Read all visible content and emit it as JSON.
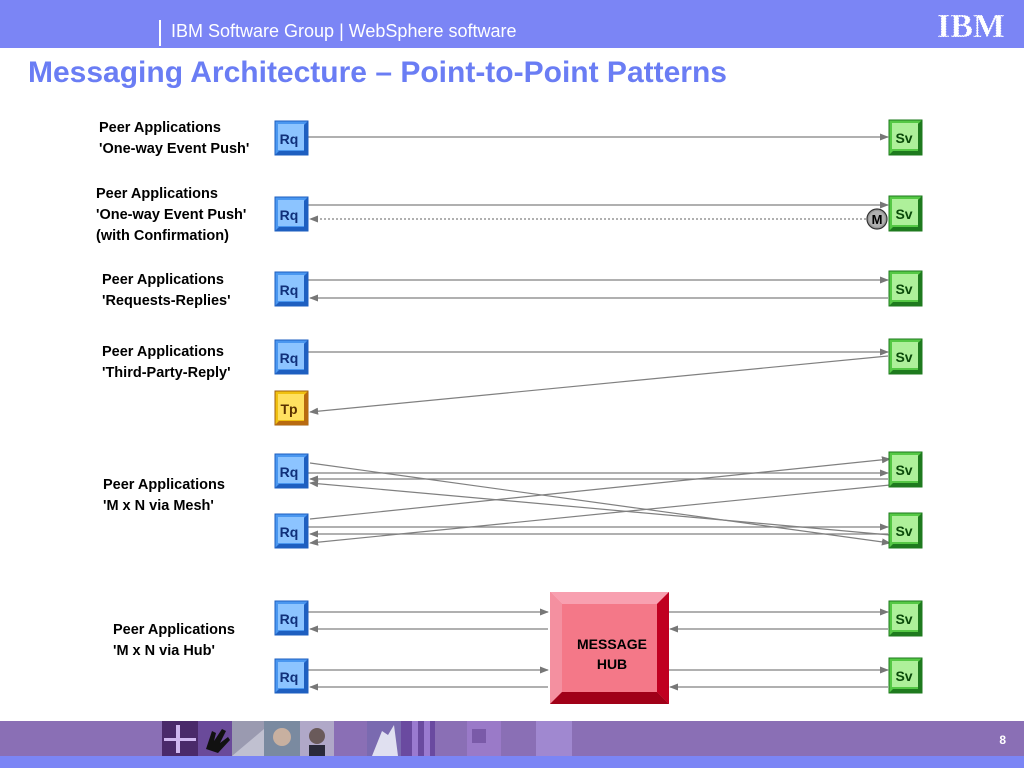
{
  "header": {
    "group": "IBM Software Group | WebSphere software",
    "logo": "IBM"
  },
  "slide": {
    "title": "Messaging Architecture – Point-to-Point Patterns",
    "page_number": "8"
  },
  "colors": {
    "header_bar": "#7b85f5",
    "title": "#6a7df4",
    "footer_bar": "#8a6fb5",
    "requester_box": "#4a97f0",
    "service_box": "#55c845",
    "third_party_box": "#f0c010",
    "hub_box": "#f07080",
    "arrow": "#777777"
  },
  "labels": {
    "p1": [
      "Peer Applications",
      "'One-way Event Push'"
    ],
    "p2": [
      "Peer Applications",
      "'One-way Event Push'",
      "(with Confirmation)"
    ],
    "p3": [
      "Peer Applications",
      "'Requests-Replies'"
    ],
    "p4": [
      "Peer Applications",
      "'Third-Party-Reply'"
    ],
    "p5": [
      "Peer Applications",
      "'M x N via Mesh'"
    ],
    "p6": [
      "Peer Applications",
      "'M x N via Hub'"
    ]
  },
  "nodes": {
    "rq": "Rq",
    "sv": "Sv",
    "tp": "Tp",
    "m": "M",
    "hub_line1": "MESSAGE",
    "hub_line2": "HUB"
  }
}
